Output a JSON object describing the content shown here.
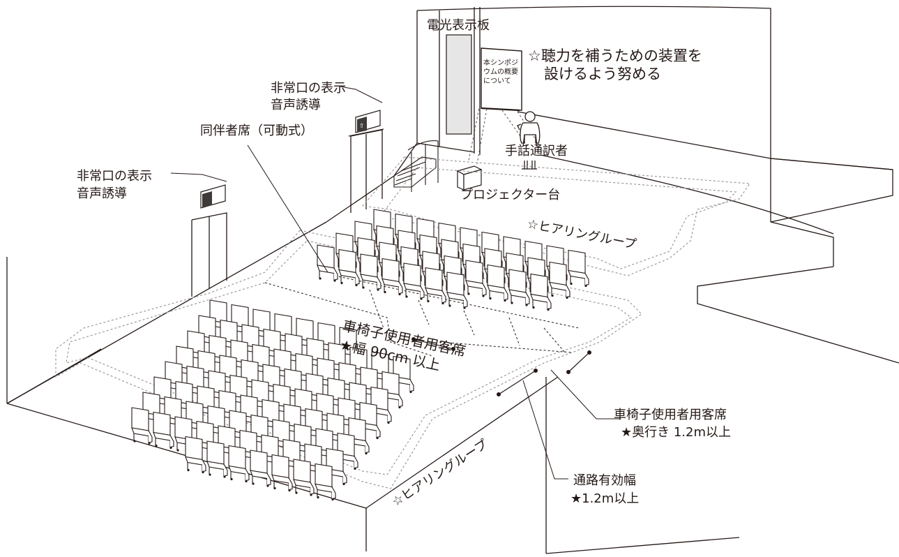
{
  "labels": {
    "display_board": "電光表示板",
    "screen_line1": "本シンポジ",
    "screen_line2": "ウムの概要",
    "screen_line3": "について",
    "hearing_device_line1": "☆聴力を補うための装置を",
    "hearing_device_line2": "設けるよう努める",
    "sign_interpreter": "手話通訳者",
    "projector_stand": "プロジェクター台",
    "emergency_exit_right_line1": "非常口の表示",
    "emergency_exit_right_line2": "音声誘導",
    "emergency_exit_left_line1": "非常口の表示",
    "emergency_exit_left_line2": "音声誘導",
    "companion_seat": "同伴者席（可動式）",
    "hearing_loop_back": "☆ヒアリングループ",
    "hearing_loop_front": "☆ヒアリングループ",
    "wheelchair_center_line1": "車椅子使用者用客席",
    "wheelchair_center_line2": "★幅 90cm 以上",
    "wheelchair_right_line1": "車椅子使用者用客席",
    "wheelchair_right_line2": "★奥行き 1.2m以上",
    "aisle_line1": "通路有効幅",
    "aisle_line2": "★1.2m以上"
  },
  "colors": {
    "line": "#231815",
    "dashed": "#555555",
    "dotted_loop": "#9a9a9a",
    "panel": "#e6e6e6",
    "seat_fill": "#ffffff"
  }
}
